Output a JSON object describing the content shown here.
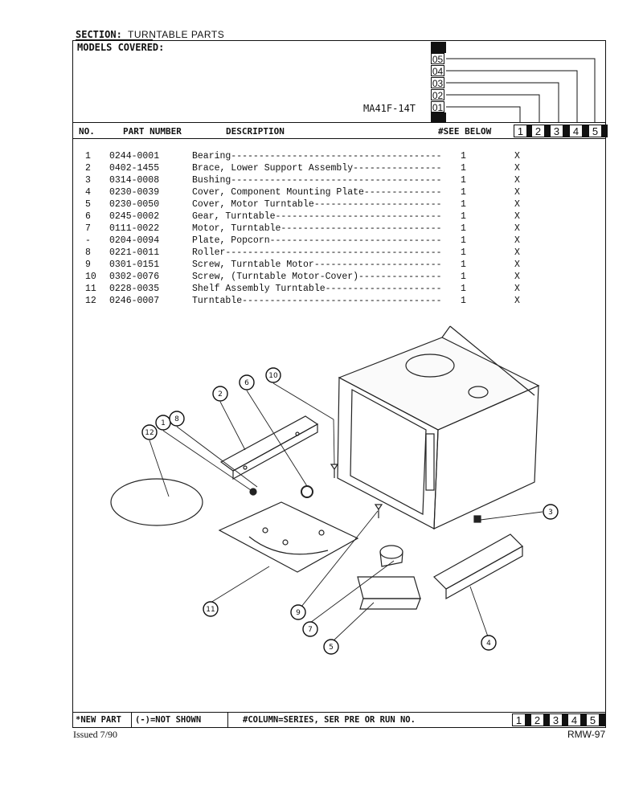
{
  "section": {
    "label": "SECTION:",
    "value": "TURNTABLE PARTS"
  },
  "models_label": "MODELS COVERED:",
  "model_name": "MA41F-14T",
  "series_codes": [
    "05",
    "04",
    "03",
    "02",
    "01"
  ],
  "headers": {
    "no": "NO.",
    "part_number": "PART NUMBER",
    "description": "DESCRIPTION",
    "see_below": "#SEE BELOW"
  },
  "columns": [
    "1",
    "2",
    "3",
    "4",
    "5"
  ],
  "parts": [
    {
      "no": "1",
      "part": "0244-0001",
      "desc": "Bearing--------------------------------------",
      "qty": "1",
      "col1": "X"
    },
    {
      "no": "2",
      "part": "0402-1455",
      "desc": "Brace, Lower Support Assembly----------------",
      "qty": "1",
      "col1": "X"
    },
    {
      "no": "3",
      "part": "0314-0008",
      "desc": "Bushing--------------------------------------",
      "qty": "1",
      "col1": "X"
    },
    {
      "no": "4",
      "part": "0230-0039",
      "desc": "Cover, Component Mounting Plate--------------",
      "qty": "1",
      "col1": "X"
    },
    {
      "no": "5",
      "part": "0230-0050",
      "desc": "Cover, Motor Turntable-----------------------",
      "qty": "1",
      "col1": "X"
    },
    {
      "no": "6",
      "part": "0245-0002",
      "desc": "Gear, Turntable------------------------------",
      "qty": "1",
      "col1": "X"
    },
    {
      "no": "7",
      "part": "0111-0022",
      "desc": "Motor, Turntable-----------------------------",
      "qty": "1",
      "col1": "X"
    },
    {
      "no": "-",
      "part": "0204-0094",
      "desc": "Plate, Popcorn-------------------------------",
      "qty": "1",
      "col1": "X"
    },
    {
      "no": "8",
      "part": "0221-0011",
      "desc": "Roller---------------------------------------",
      "qty": "1",
      "col1": "X"
    },
    {
      "no": "9",
      "part": "0301-0151",
      "desc": "Screw, Turntable Motor-----------------------",
      "qty": "1",
      "col1": "X"
    },
    {
      "no": "10",
      "part": "0302-0076",
      "desc": "Screw, (Turntable Motor-Cover)---------------",
      "qty": "1",
      "col1": "X"
    },
    {
      "no": "11",
      "part": "0228-0035",
      "desc": "Shelf Assembly Turntable---------------------",
      "qty": "1",
      "col1": "X"
    },
    {
      "no": "12",
      "part": "0246-0007",
      "desc": "Turntable------------------------------------",
      "qty": "1",
      "col1": "X"
    }
  ],
  "callouts": [
    "1",
    "2",
    "3",
    "4",
    "5",
    "6",
    "7",
    "8",
    "9",
    "10",
    "11",
    "12"
  ],
  "footer": {
    "new_part": "*NEW PART",
    "not_shown": "(-)=NOT SHOWN",
    "column_note": "#COLUMN=SERIES, SER PRE OR RUN NO."
  },
  "issued": "Issued 7/90",
  "doc_code": "RMW-97"
}
